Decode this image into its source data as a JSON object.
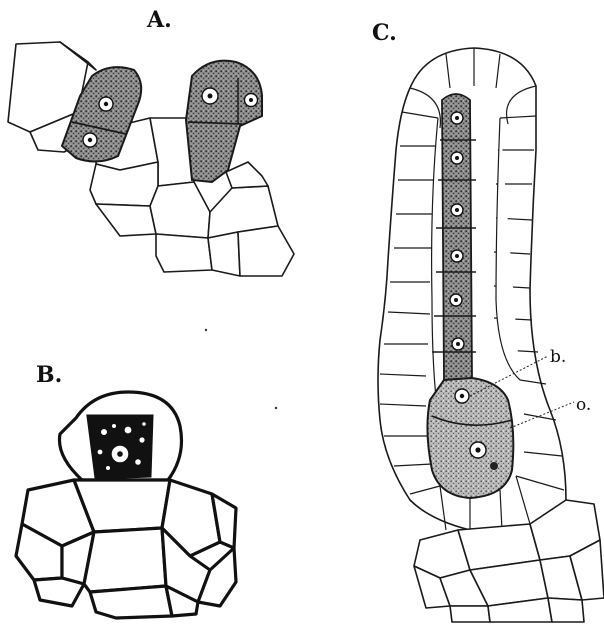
{
  "panels": {
    "a": {
      "label": "A."
    },
    "b": {
      "label": "B."
    },
    "c": {
      "label": "C."
    }
  },
  "annotations": {
    "b": "b.",
    "o": "o."
  },
  "colors": {
    "line": "#1a1a1a",
    "stipple": "#6e6e6e",
    "background": "#ffffff"
  }
}
